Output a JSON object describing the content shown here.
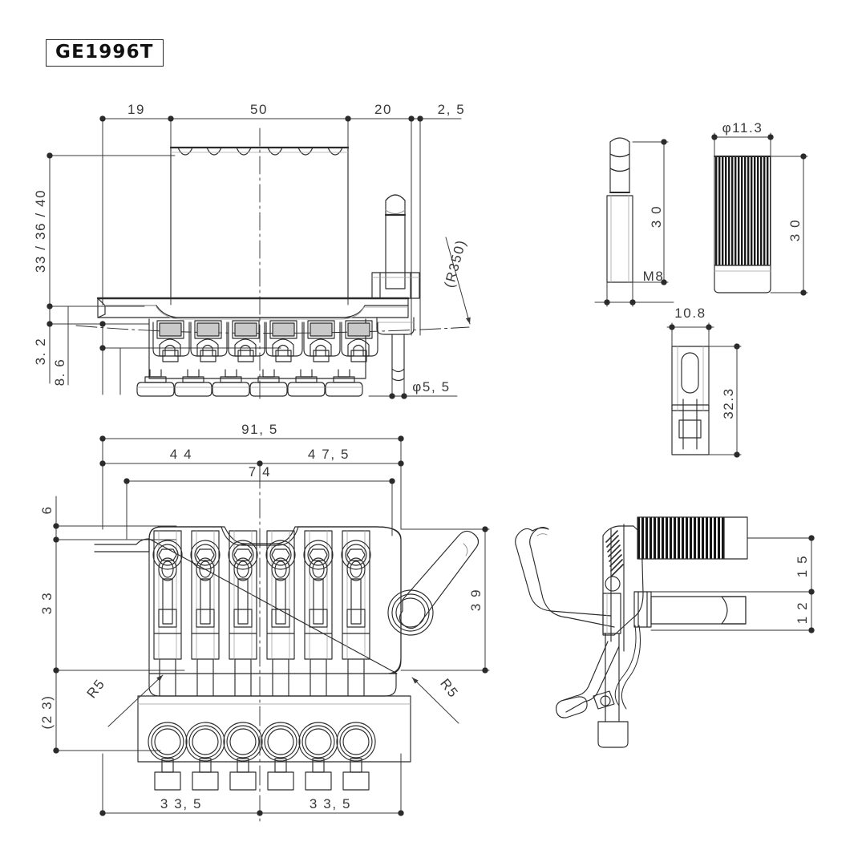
{
  "drawing": {
    "title": "GE1996T",
    "line_color": "#2b2b2b",
    "dim_color": "#3a3a3a",
    "shade_color": "#b9b9b9",
    "background": "#ffffff"
  },
  "views": {
    "side_elevation": {
      "name": "side-elevation-view",
      "dimensions": {
        "top_19": "19",
        "top_50": "50",
        "top_20": "20",
        "top_2_5": "2, 5",
        "left_heights": "33 / 36 / 40",
        "left_3_2": "3. 2",
        "left_8_6": "8. 6",
        "radius_note": "(R350)",
        "arm_hole": "φ5, 5"
      }
    },
    "stud_detail": {
      "name": "stud-detail-view",
      "dimensions": {
        "height": "3 0",
        "thread": "M8"
      }
    },
    "insert_detail": {
      "name": "insert-bushing-detail-view",
      "dimensions": {
        "diameter": "φ11.3",
        "height": "3 0"
      }
    },
    "saddle_detail": {
      "name": "saddle-detail-view",
      "dimensions": {
        "width": "10.8",
        "height": "32.3"
      }
    },
    "plan": {
      "name": "plan-top-view",
      "dimensions": {
        "overall": "91, 5",
        "left_44": "4 4",
        "right_47_5": "4 7, 5",
        "span_74": "7 4",
        "left_6": "6",
        "left_33": "3 3",
        "left_23": "(2 3)",
        "right_39": "3 9",
        "radius_left": "R5",
        "radius_right": "R5",
        "bottom_left_33_5": "3 3, 5",
        "bottom_right_33_5": "3 3, 5"
      }
    },
    "perspective": {
      "name": "assembly-perspective-view",
      "dimensions": {
        "upper_15": "1 5",
        "lower_12": "1 2"
      }
    }
  }
}
